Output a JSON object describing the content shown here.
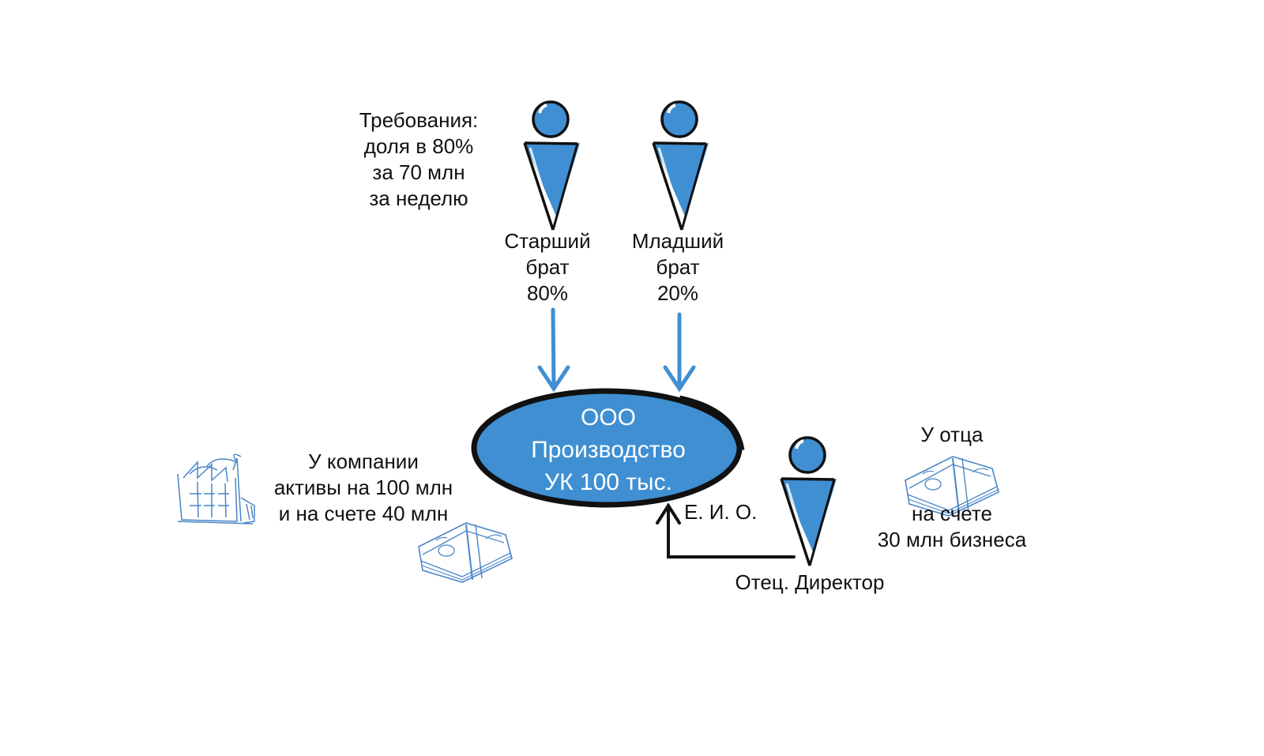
{
  "colors": {
    "accent_blue": "#3f8fd2",
    "sketch_blue": "#4a86c8",
    "outline": "#111111",
    "text": "#111111",
    "oval_text": "#ffffff"
  },
  "requirements": {
    "lines": [
      "Требования:",
      "доля в 80%",
      "за 70 млн",
      "за неделю"
    ]
  },
  "people": {
    "elder_brother": {
      "icon": "person-icon",
      "lines": [
        "Старший",
        "брат",
        "80%"
      ]
    },
    "younger_brother": {
      "icon": "person-icon",
      "lines": [
        "Младший",
        "брат",
        "20%"
      ]
    },
    "father": {
      "icon": "person-icon",
      "label": "Отец. Директор"
    }
  },
  "company": {
    "lines": [
      "ООО",
      "Производство",
      "УК 100 тыс."
    ]
  },
  "eio_label": "Е. И. О.",
  "company_assets": {
    "icon": "factory-icon",
    "lines": [
      "У компании",
      "активы на 100 млн",
      "и на счете 40 млн"
    ],
    "money_icon": "money-stack-icon"
  },
  "father_funds": {
    "title": "У отца",
    "money_icon": "money-stack-icon",
    "lines": [
      "на счете",
      "30 млн бизнеса"
    ]
  }
}
